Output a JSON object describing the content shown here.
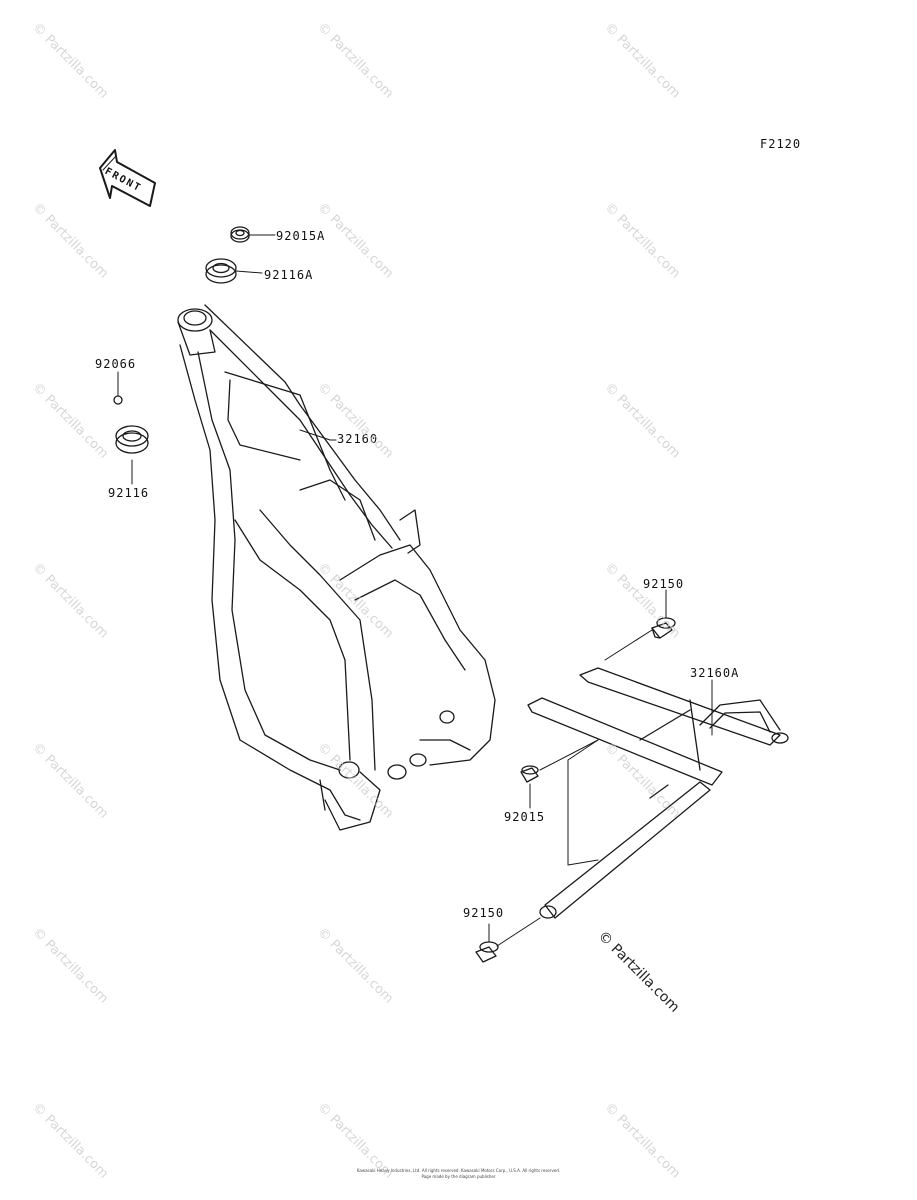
{
  "diagram_id": "F2120",
  "front_label": "FRONT",
  "callouts": {
    "p92015A": "92015A",
    "p92116A": "92116A",
    "p92066": "92066",
    "p92116": "92116",
    "p32160": "32160",
    "p92150_top": "92150",
    "p32160A": "32160A",
    "p92015": "92015",
    "p92150_bottom": "92150"
  },
  "watermark": "© Partzilla.com",
  "copyright_line1": "Kawasaki Heavy Industries, Ltd. All rights reserved. Kawasaki Motors Corp., U.S.A. All rights reserved.",
  "copyright_line2": "Page made by the diagram publisher"
}
